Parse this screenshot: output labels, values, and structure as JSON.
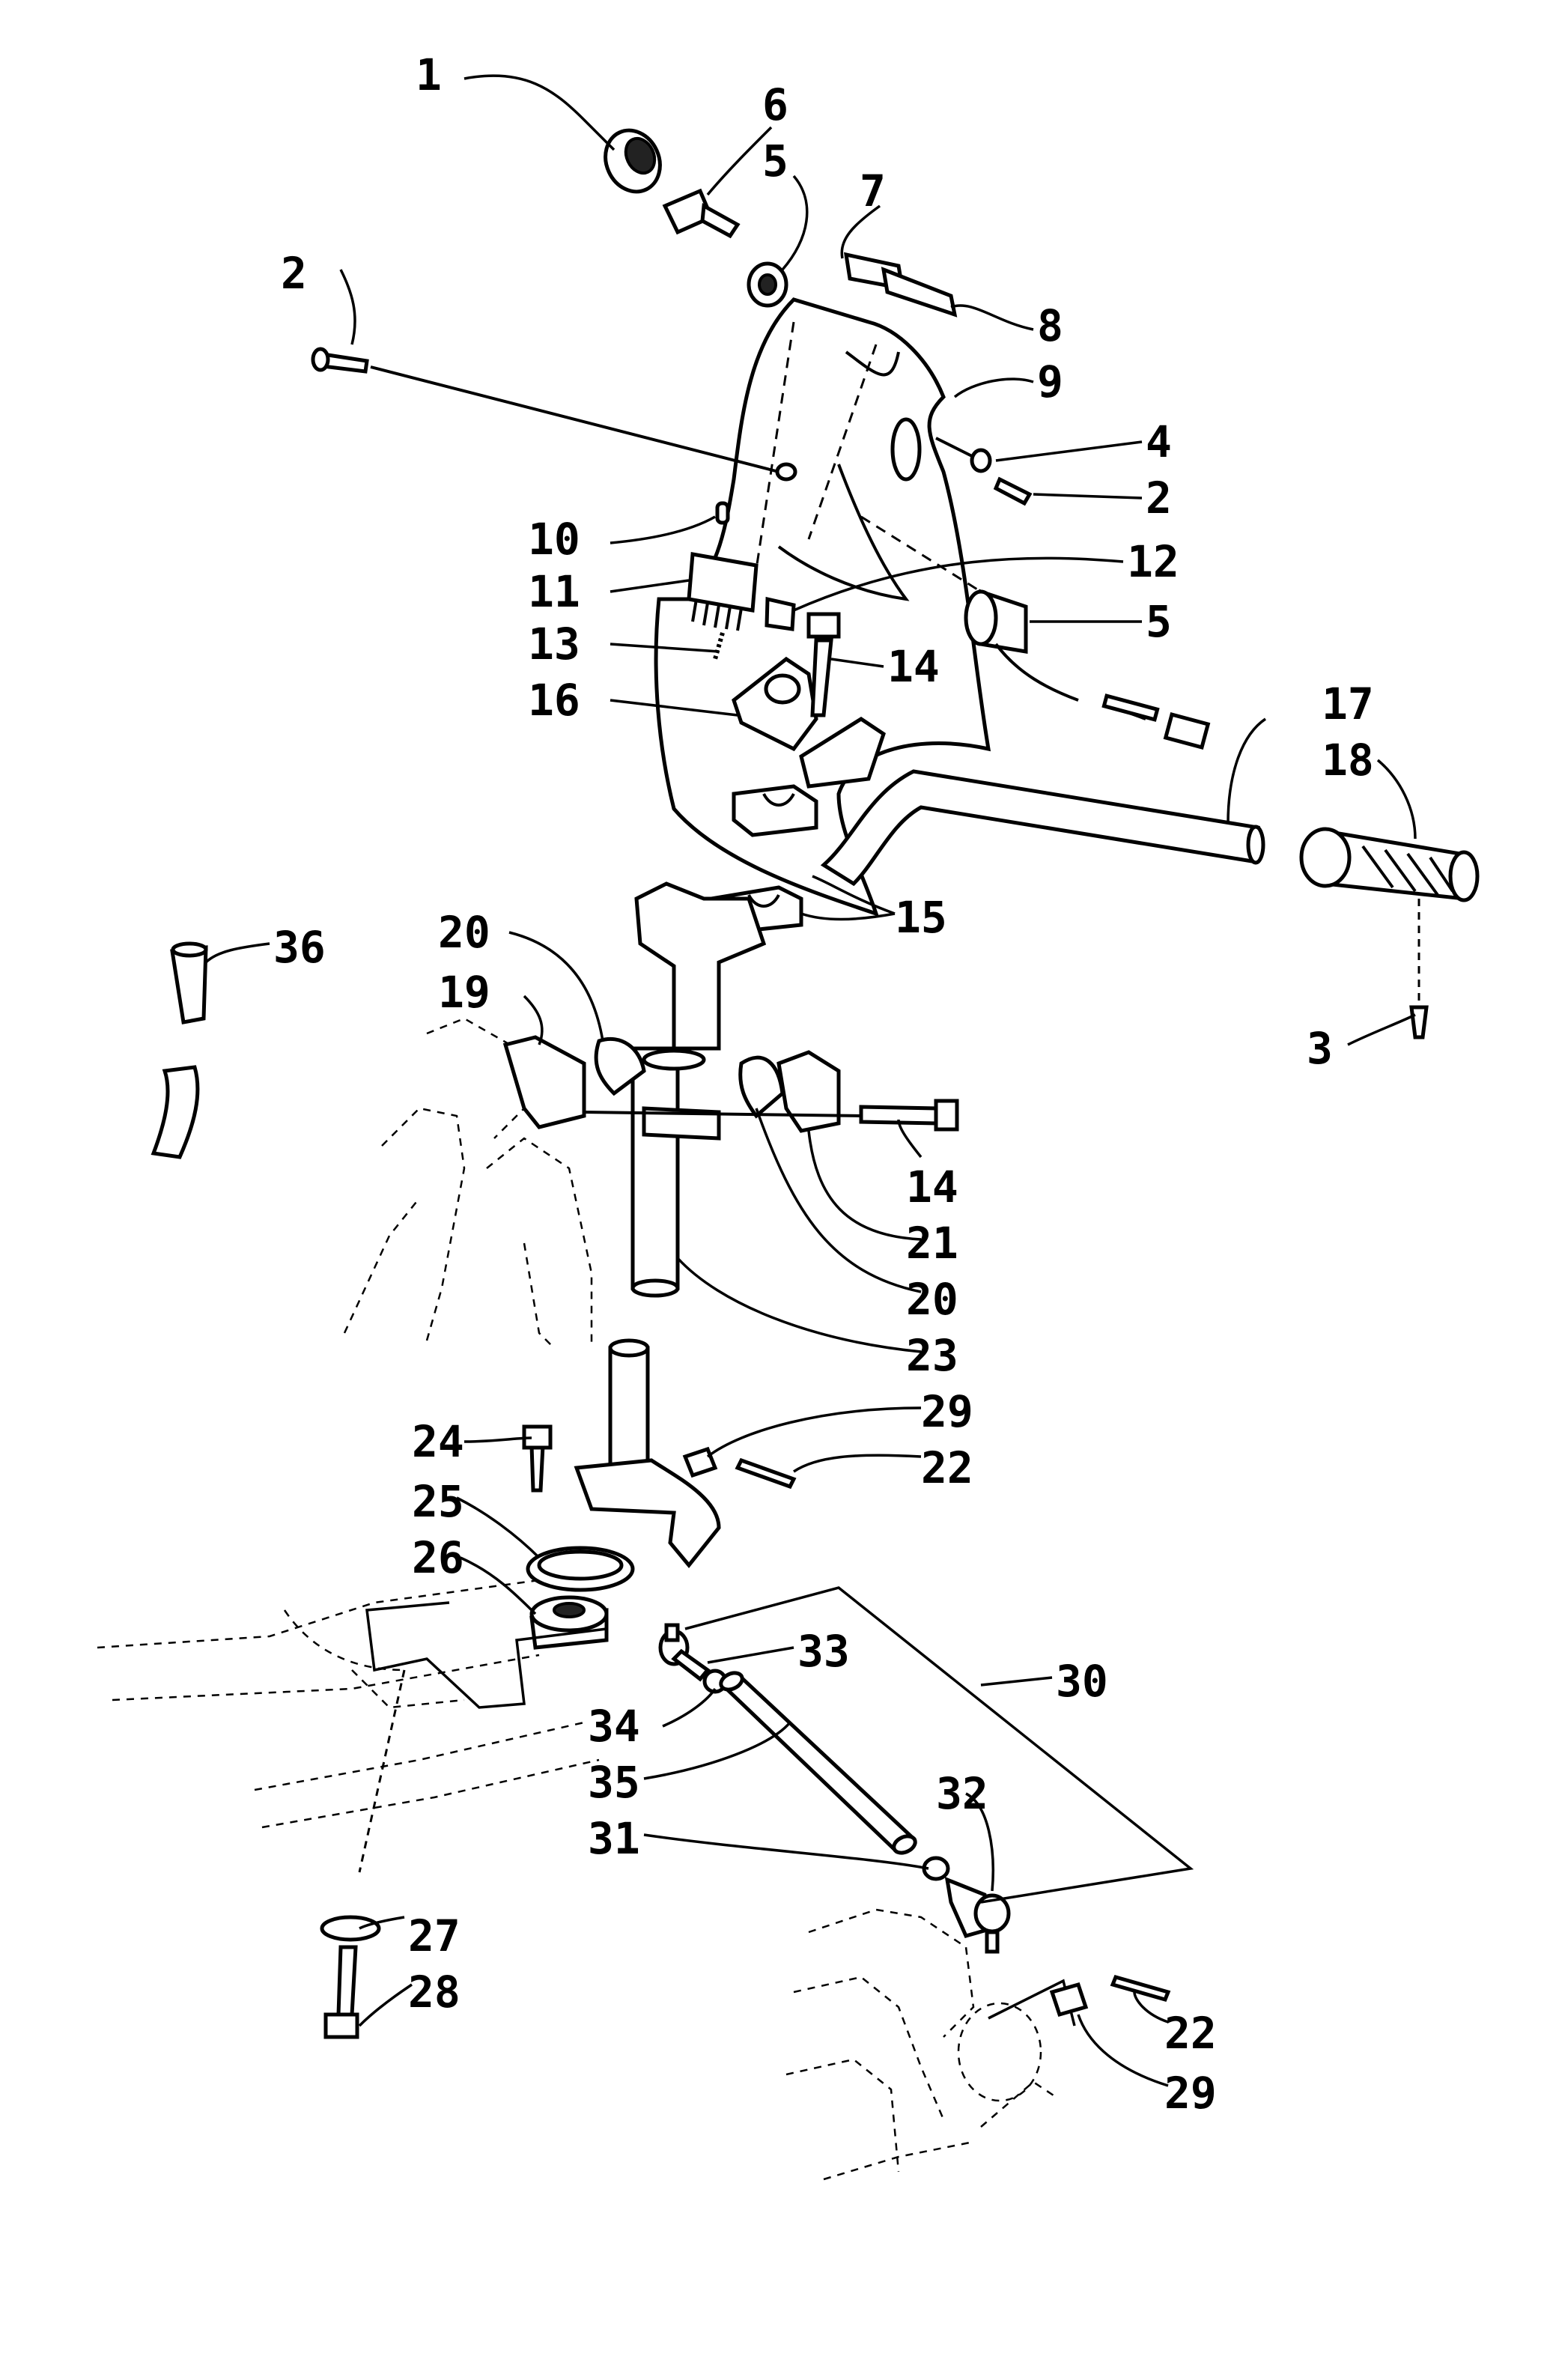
{
  "labels": {
    "l1": "1",
    "l2a": "2",
    "l2b": "2",
    "l3": "3",
    "l4": "4",
    "l5a": "5",
    "l5b": "5",
    "l6": "6",
    "l7": "7",
    "l8": "8",
    "l9": "9",
    "l10": "10",
    "l11": "11",
    "l12": "12",
    "l13": "13",
    "l14a": "14",
    "l14b": "14",
    "l15": "15",
    "l16": "16",
    "l17": "17",
    "l18": "18",
    "l19": "19",
    "l20a": "20",
    "l20b": "20",
    "l21": "21",
    "l22a": "22",
    "l22b": "22",
    "l23": "23",
    "l24": "24",
    "l25": "25",
    "l26": "26",
    "l27": "27",
    "l28": "28",
    "l29a": "29",
    "l29b": "29",
    "l30": "30",
    "l31": "31",
    "l32": "32",
    "l33": "33",
    "l34": "34",
    "l35": "35",
    "l36": "36"
  }
}
